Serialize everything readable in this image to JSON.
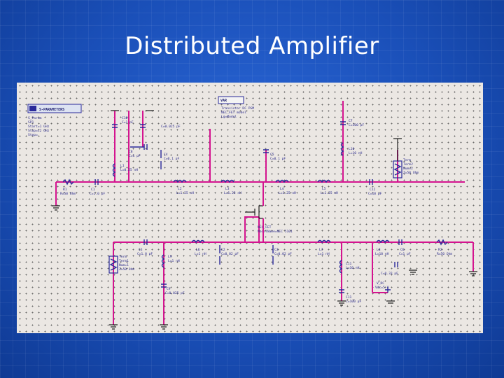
{
  "slide": {
    "title": "Distributed Amplifier"
  },
  "schematic": {
    "sparams_block": {
      "label": "S-PARAMETERS"
    },
    "var_block": {
      "label": "VAR"
    },
    "transistor": {
      "label": "NEC_FET"
    }
  },
  "colors": {
    "wire": "#d4148f",
    "component": "#2a2a9a",
    "canvas": "#ebe7e3",
    "background": "#1a4fb8"
  }
}
